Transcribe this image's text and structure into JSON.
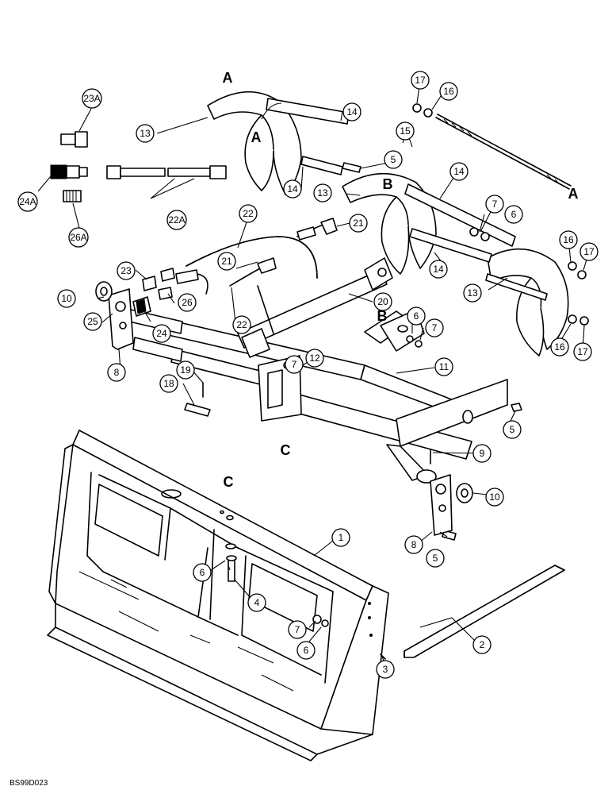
{
  "figure_code": "BS99D023",
  "callouts": [
    {
      "id": "c1",
      "label": "1"
    },
    {
      "id": "c2",
      "label": "2"
    },
    {
      "id": "c3",
      "label": "3"
    },
    {
      "id": "c4",
      "label": "4"
    },
    {
      "id": "c5a",
      "label": "5"
    },
    {
      "id": "c5b",
      "label": "5"
    },
    {
      "id": "c5c",
      "label": "5"
    },
    {
      "id": "c6a",
      "label": "6"
    },
    {
      "id": "c6b",
      "label": "6"
    },
    {
      "id": "c6c",
      "label": "6"
    },
    {
      "id": "c6d",
      "label": "6"
    },
    {
      "id": "c7a",
      "label": "7"
    },
    {
      "id": "c7b",
      "label": "7"
    },
    {
      "id": "c7c",
      "label": "7"
    },
    {
      "id": "c7d",
      "label": "7"
    },
    {
      "id": "c8a",
      "label": "8"
    },
    {
      "id": "c8b",
      "label": "8"
    },
    {
      "id": "c9",
      "label": "9"
    },
    {
      "id": "c10a",
      "label": "10"
    },
    {
      "id": "c10b",
      "label": "10"
    },
    {
      "id": "c11",
      "label": "11"
    },
    {
      "id": "c12",
      "label": "12"
    },
    {
      "id": "c13a",
      "label": "13"
    },
    {
      "id": "c13b",
      "label": "13"
    },
    {
      "id": "c13c",
      "label": "13"
    },
    {
      "id": "c14a",
      "label": "14"
    },
    {
      "id": "c14b",
      "label": "14"
    },
    {
      "id": "c14c",
      "label": "14"
    },
    {
      "id": "c14d",
      "label": "14"
    },
    {
      "id": "c15",
      "label": "15"
    },
    {
      "id": "c16a",
      "label": "16"
    },
    {
      "id": "c16b",
      "label": "16"
    },
    {
      "id": "c16c",
      "label": "16"
    },
    {
      "id": "c17a",
      "label": "17"
    },
    {
      "id": "c17b",
      "label": "17"
    },
    {
      "id": "c17c",
      "label": "17"
    },
    {
      "id": "c18",
      "label": "18"
    },
    {
      "id": "c19",
      "label": "19"
    },
    {
      "id": "c20",
      "label": "20"
    },
    {
      "id": "c21a",
      "label": "21"
    },
    {
      "id": "c21b",
      "label": "21"
    },
    {
      "id": "c22a",
      "label": "22"
    },
    {
      "id": "c22b",
      "label": "22"
    },
    {
      "id": "c22A",
      "label": "22A"
    },
    {
      "id": "c23",
      "label": "23"
    },
    {
      "id": "c23A",
      "label": "23A"
    },
    {
      "id": "c24",
      "label": "24"
    },
    {
      "id": "c24A",
      "label": "24A"
    },
    {
      "id": "c25",
      "label": "25"
    },
    {
      "id": "c26",
      "label": "26"
    },
    {
      "id": "c26A",
      "label": "26A"
    }
  ],
  "references": [
    {
      "id": "refA1",
      "label": "A"
    },
    {
      "id": "refA2",
      "label": "A"
    },
    {
      "id": "refA3",
      "label": "A"
    },
    {
      "id": "refB1",
      "label": "B"
    },
    {
      "id": "refB2",
      "label": "B"
    },
    {
      "id": "refC1",
      "label": "C"
    },
    {
      "id": "refC2",
      "label": "C"
    }
  ]
}
